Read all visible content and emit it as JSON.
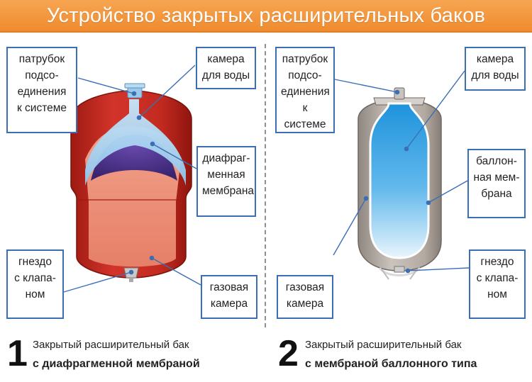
{
  "title": "Устройство закрытых расширительных баков",
  "left": {
    "callouts": {
      "pipe": [
        "патрубок",
        "подсо-",
        "единения",
        "к системе"
      ],
      "water": [
        "камера",
        "для воды"
      ],
      "membrane": [
        "диафраг-",
        "менная",
        "мембрана"
      ],
      "valve": [
        "гнездо",
        "с клапа-",
        "ном"
      ],
      "gas": [
        "газовая",
        "камера"
      ]
    },
    "caption": {
      "number": "1",
      "line1": "Закрытый расширительный бак",
      "line2": "с диафрагменной мембраной"
    }
  },
  "right": {
    "callouts": {
      "pipe": [
        "патрубок",
        "подсо-",
        "единения",
        "к системе"
      ],
      "water": [
        "камера",
        "для воды"
      ],
      "membrane": [
        "баллон-",
        "ная мем-",
        "брана"
      ],
      "valve": [
        "гнездо",
        "с клапа-",
        "ном"
      ],
      "gas": [
        "газовая",
        "камера"
      ]
    },
    "caption": {
      "number": "2",
      "line1": "Закрытый расширительный бак",
      "line2": "с мембраной баллонного типа"
    }
  },
  "colors": {
    "banner": "#ef8f33",
    "callout_border": "#3b6fb5",
    "tank1_shell": "#c8281e",
    "tank1_inner": "#eb8e78",
    "tank1_water": "#a9d6f2",
    "tank1_membrane": "#4a2f86",
    "tank2_shell": "#b9b0a8",
    "tank2_balloon": "#2f9fe0"
  }
}
